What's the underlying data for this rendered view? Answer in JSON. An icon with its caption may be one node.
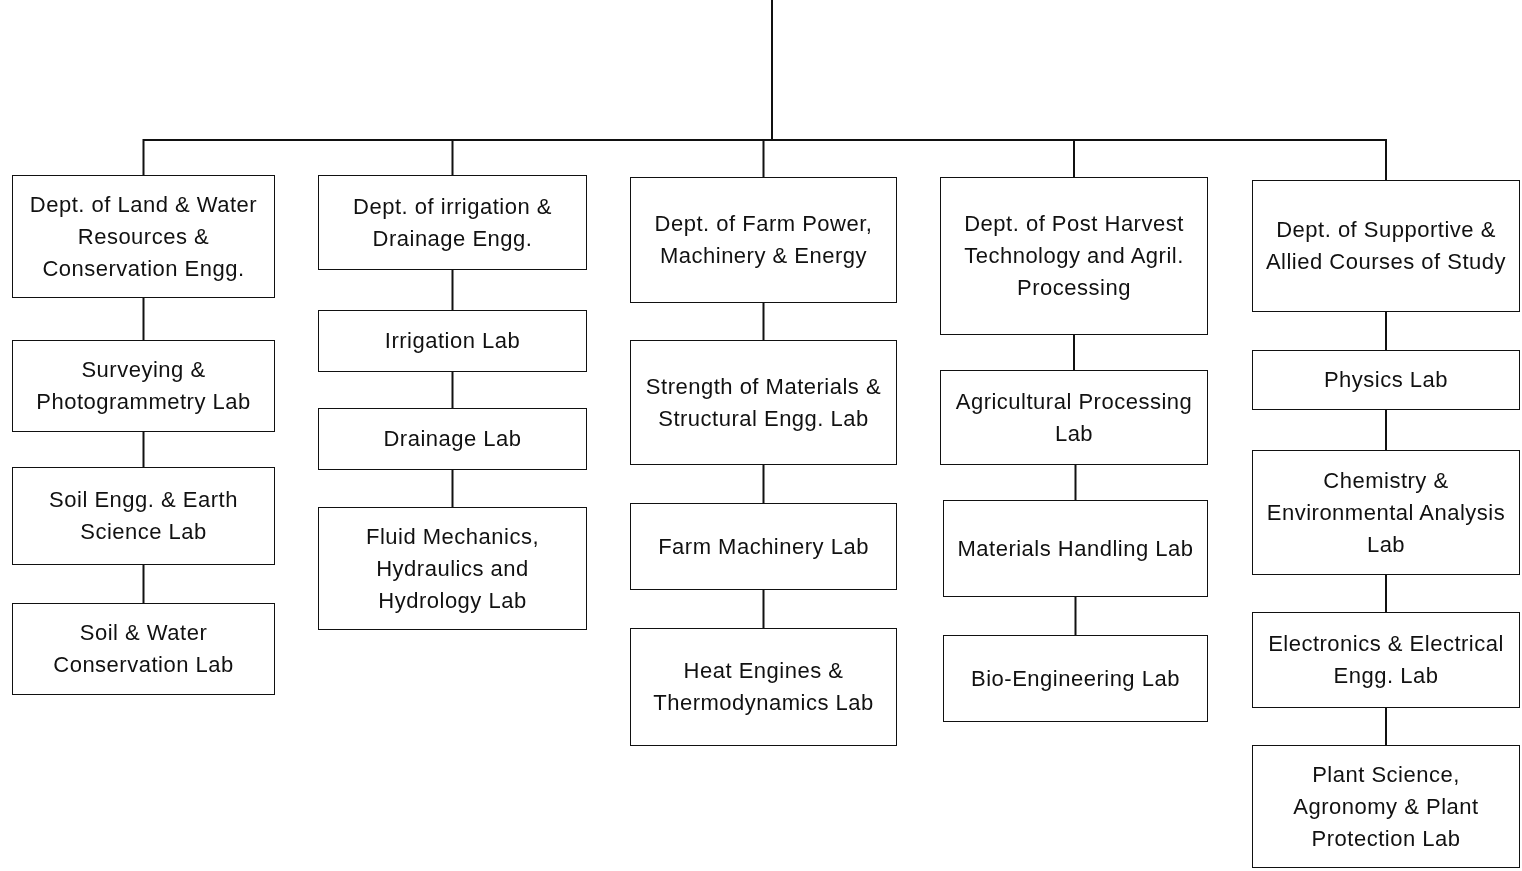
{
  "diagram": {
    "nodes": [
      {
        "text": [
          "Dept. of Land & Water Resources & Conservation Engg."
        ]
      },
      {
        "text": [
          "Dept. of irrigation & Drainage Engg."
        ]
      },
      {
        "text": [
          "Dept. of Farm Power, Machinery & Energy"
        ]
      },
      {
        "text": [
          "Dept. of Post Harvest Technology and Agril. Processing"
        ]
      },
      {
        "text": [
          "Dept. of Supportive & Allied Courses of Study"
        ]
      },
      {
        "text": [
          "Surveying & Photogrammetry Lab"
        ]
      },
      {
        "text": [
          "Soil Engg. & Earth Science Lab"
        ]
      },
      {
        "text": [
          "Soil & Water Conservation Lab"
        ]
      },
      {
        "text": [
          "Irrigation Lab"
        ]
      },
      {
        "text": [
          "Drainage Lab"
        ]
      },
      {
        "text": [
          "Fluid Mechanics, Hydraulics and Hydrology Lab"
        ]
      },
      {
        "text": [
          "Strength of Materials & Structural Engg. Lab"
        ]
      },
      {
        "text": [
          "Farm Machinery Lab"
        ]
      },
      {
        "text": [
          "Heat Engines & Thermodynamics Lab"
        ]
      },
      {
        "text": [
          "Agricultural Processing Lab"
        ]
      },
      {
        "text": [
          "Materials Handling Lab"
        ]
      },
      {
        "text": [
          "Bio-Engineering Lab"
        ]
      },
      {
        "text": [
          "Physics Lab"
        ]
      },
      {
        "text": [
          "Chemistry & Environmental Analysis Lab"
        ]
      },
      {
        "text": [
          "Electronics & Electrical Engg. Lab"
        ]
      },
      {
        "text": [
          "Plant Science, Agronomy & Plant Protection Lab"
        ]
      }
    ],
    "edges": [
      {
        "from": null,
        "to": 0,
        "arrow": "none"
      },
      {
        "from": null,
        "to": 1,
        "arrow": "none"
      },
      {
        "from": null,
        "to": 2,
        "arrow": "none"
      },
      {
        "from": null,
        "to": 3,
        "arrow": "none"
      },
      {
        "from": null,
        "to": 4,
        "arrow": "none"
      },
      {
        "from": 0,
        "to": 5,
        "arrow": "none"
      },
      {
        "from": 5,
        "to": 6,
        "arrow": "none"
      },
      {
        "from": 6,
        "to": 7,
        "arrow": "none"
      },
      {
        "from": 1,
        "to": 8,
        "arrow": "none"
      },
      {
        "from": 8,
        "to": 9,
        "arrow": "none"
      },
      {
        "from": 9,
        "to": 10,
        "arrow": "none"
      },
      {
        "from": 2,
        "to": 11,
        "arrow": "none"
      },
      {
        "from": 11,
        "to": 12,
        "arrow": "none"
      },
      {
        "from": 12,
        "to": 13,
        "arrow": "none"
      },
      {
        "from": 3,
        "to": 14,
        "arrow": "none"
      },
      {
        "from": 14,
        "to": 15,
        "arrow": "none"
      },
      {
        "from": 15,
        "to": 16,
        "arrow": "none"
      },
      {
        "from": 4,
        "to": 17,
        "arrow": "none"
      },
      {
        "from": 17,
        "to": 18,
        "arrow": "none"
      },
      {
        "from": 18,
        "to": 19,
        "arrow": "none"
      },
      {
        "from": 19,
        "to": 20,
        "arrow": "none"
      }
    ]
  }
}
